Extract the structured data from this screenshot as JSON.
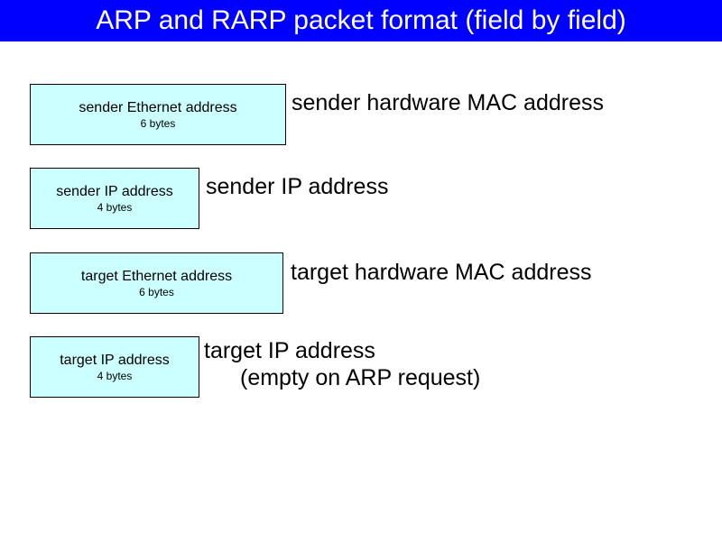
{
  "title": "ARP and RARP packet format (field by field)",
  "fields": [
    {
      "name": "sender Ethernet address",
      "size": "6 bytes",
      "description": "sender hardware MAC address"
    },
    {
      "name": "sender IP address",
      "size": "4 bytes",
      "description": "sender IP address"
    },
    {
      "name": "target Ethernet address",
      "size": "6 bytes",
      "description": "target hardware MAC address"
    },
    {
      "name": "target IP address",
      "size": "4 bytes",
      "description": "target IP address",
      "note": "(empty on ARP request)"
    }
  ],
  "colors": {
    "title_background": "#0000ff",
    "title_text": "#ffffff",
    "field_fill": "#ccffff",
    "field_border": "#000000"
  }
}
